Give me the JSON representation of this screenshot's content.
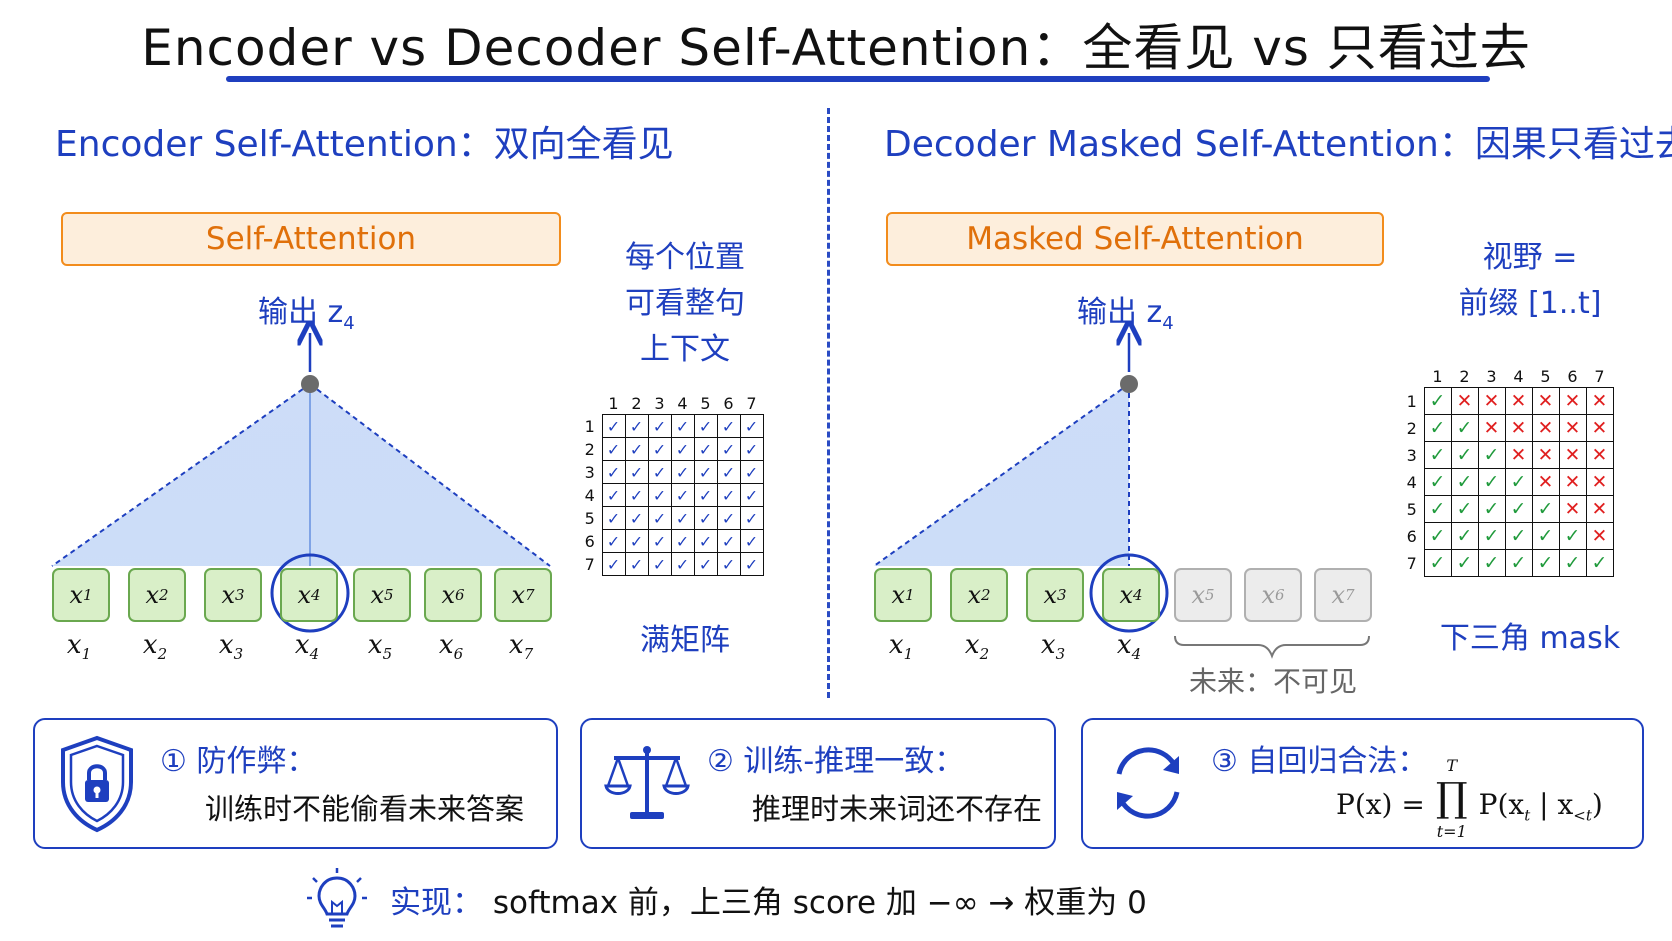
{
  "title": "Encoder vs Decoder Self-Attention：全看见 vs 只看过去",
  "left": {
    "heading": "Encoder Self-Attention：双向全看见",
    "box_label": "Self-Attention",
    "output_label": "输出 z",
    "output_sub": "4",
    "side_note": [
      "每个位置",
      "可看整句",
      "上下文"
    ],
    "matrix_caption": "满矩阵",
    "tokens": [
      "1",
      "2",
      "3",
      "4",
      "5",
      "6",
      "7"
    ]
  },
  "right": {
    "heading": "Decoder Masked Self-Attention：因果只看过去",
    "box_label": "Masked Self-Attention",
    "output_label": "输出 z",
    "output_sub": "4",
    "side_note": [
      "视野 =",
      "前缀 [1..t]"
    ],
    "matrix_caption": "下三角 mask",
    "future_label": "未来：不可见",
    "visible_tokens": [
      "1",
      "2",
      "3",
      "4"
    ],
    "future_tokens": [
      "5",
      "6",
      "7"
    ]
  },
  "matrix_headers": [
    "1",
    "2",
    "3",
    "4",
    "5",
    "6",
    "7"
  ],
  "panels": [
    {
      "title": "① 防作弊：",
      "text": "训练时不能偷看未来答案",
      "icon": "shield-lock-icon"
    },
    {
      "title": "② 训练-推理一致：",
      "text": "推理时未来词还不存在",
      "icon": "balance-scale-icon"
    },
    {
      "title": "③ 自回归合法：",
      "formula": "P(x) = ∏ P(xₜ | x₍<t₎)",
      "formula_upper": "T",
      "formula_lower": "t=1",
      "icon": "cycle-arrows-icon"
    }
  ],
  "footer": {
    "prefix": "实现：",
    "text": "softmax 前，上三角 score 加 −∞ → 权重为 0",
    "icon": "lightbulb-icon"
  },
  "colors": {
    "accent_blue": "#1e3fbf",
    "orange": "#f28c1c",
    "token_green": "#d9efc8",
    "check_green": "#1f9a3b",
    "cross_red": "#e02020"
  }
}
